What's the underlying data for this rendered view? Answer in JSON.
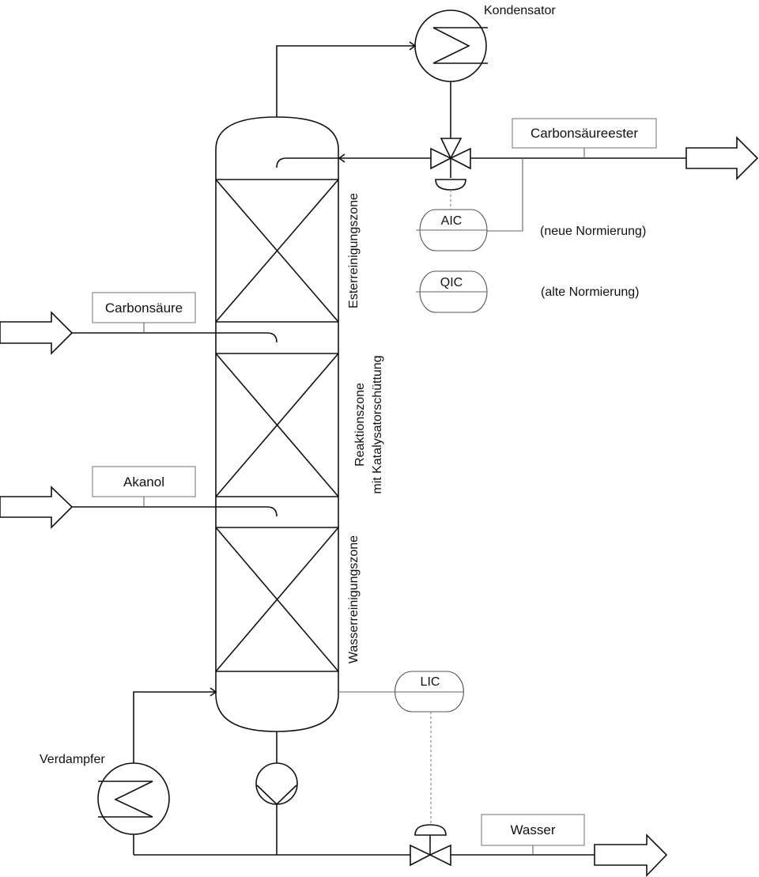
{
  "diagram": {
    "type": "process flow diagram (reactive distillation column)",
    "equipment": {
      "condenser": "Kondensator",
      "evaporator": "Verdampfer"
    },
    "streams": {
      "product_top": "Carbonsäureester",
      "feed_acid": "Carbonsäure",
      "feed_alcohol": "Akanol",
      "product_bottom": "Wasser"
    },
    "zones": {
      "upper": "Esterreinigungszone",
      "middle_line1": "Reaktionszone",
      "middle_line2": "mit Katalysatorschüttung",
      "lower": "Wasserreinigungszone"
    },
    "instruments": {
      "analysis_new": "AIC",
      "analysis_old": "QIC",
      "level": "LIC"
    },
    "notes": {
      "new_standard": "(neue Normierung)",
      "old_standard": "(alte Normierung)"
    }
  }
}
